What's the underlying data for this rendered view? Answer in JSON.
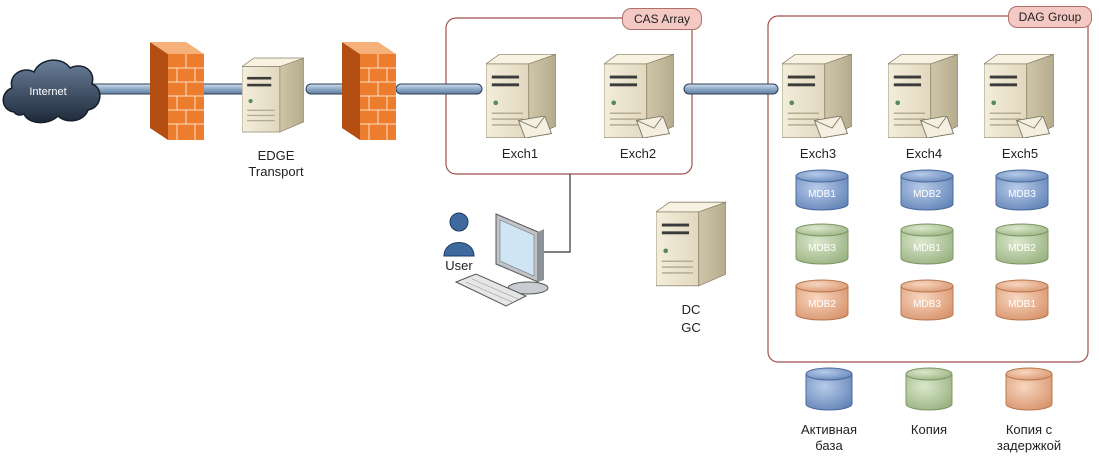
{
  "network": {
    "internet_label": "Internet",
    "edge_label_line1": "EDGE",
    "edge_label_line2": "Transport",
    "user_label": "User",
    "dc_label_line1": "DC",
    "dc_label_line2": "GC"
  },
  "cas_array": {
    "title": "CAS Array",
    "servers": [
      "Exch1",
      "Exch2"
    ]
  },
  "dag_group": {
    "title": "DAG Group",
    "servers": [
      {
        "name": "Exch3",
        "databases": [
          {
            "label": "MDB1",
            "state": "active"
          },
          {
            "label": "MDB3",
            "state": "copy"
          },
          {
            "label": "MDB2",
            "state": "lagged"
          }
        ]
      },
      {
        "name": "Exch4",
        "databases": [
          {
            "label": "MDB2",
            "state": "active"
          },
          {
            "label": "MDB1",
            "state": "copy"
          },
          {
            "label": "MDB3",
            "state": "lagged"
          }
        ]
      },
      {
        "name": "Exch5",
        "databases": [
          {
            "label": "MDB3",
            "state": "active"
          },
          {
            "label": "MDB2",
            "state": "copy"
          },
          {
            "label": "MDB1",
            "state": "lagged"
          }
        ]
      }
    ]
  },
  "legend": {
    "active_line1": "Активная",
    "active_line2": "база",
    "copy": "Копия",
    "lagged_line1": "Копия с",
    "lagged_line2": "задержкой"
  },
  "colors": {
    "active": "#7f9fd0",
    "copy": "#b7cfa0",
    "lagged": "#eab28f",
    "frame": "#a0524a",
    "tag_fill": "#f4c8c3",
    "firewall": "#e8792a",
    "cable": "#9db4cc"
  }
}
